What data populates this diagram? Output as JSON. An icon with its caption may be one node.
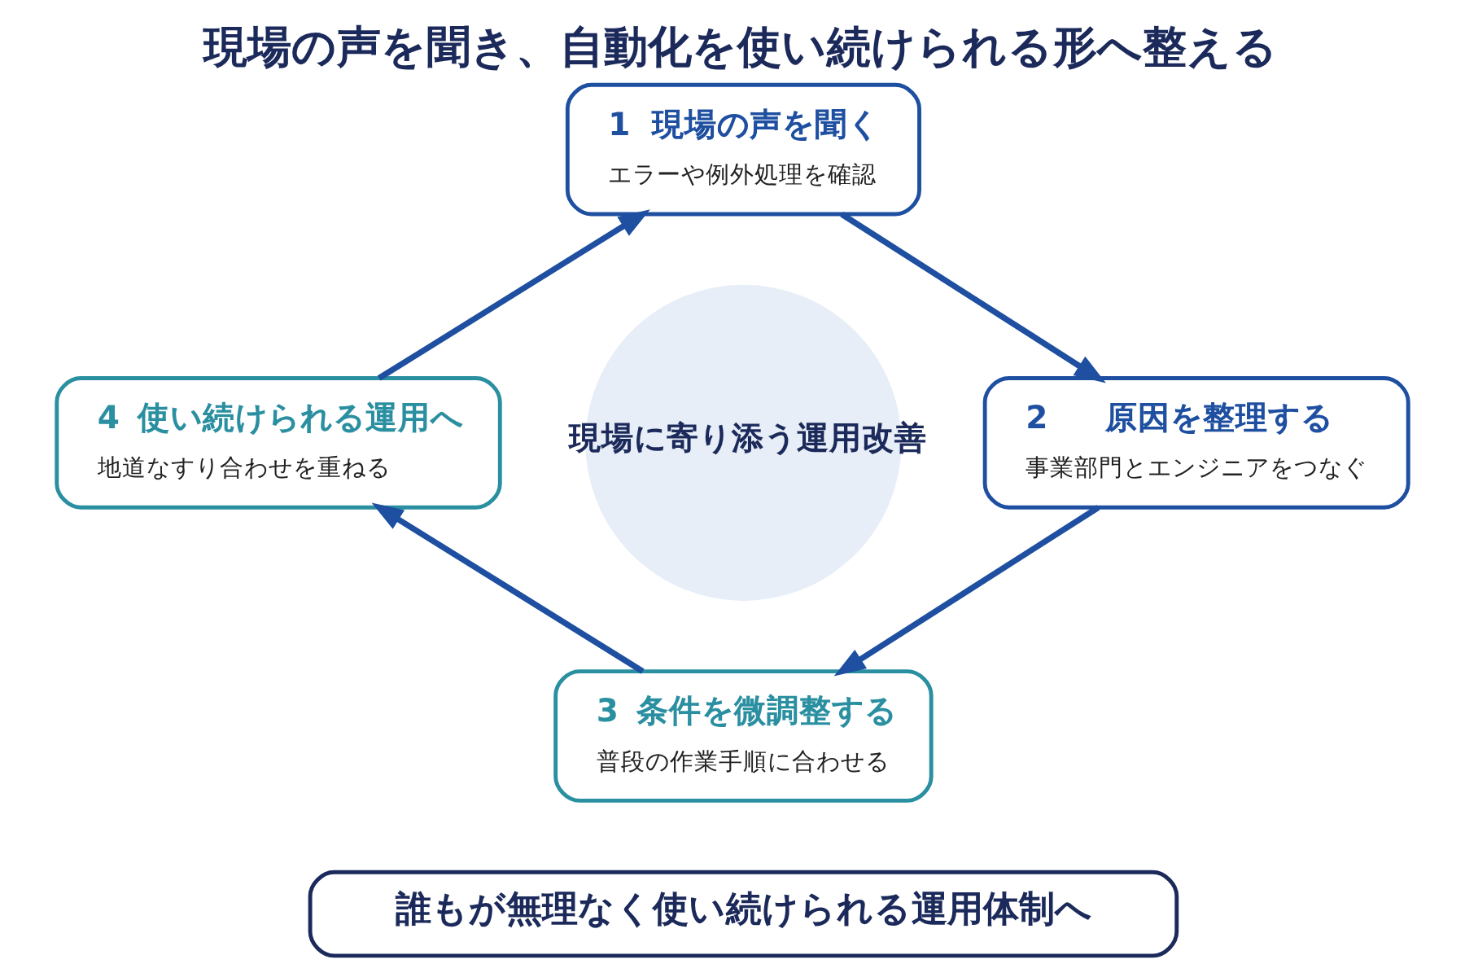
{
  "diagram": {
    "title": "現場の声を聞き、自動化を使い続けられる形へ整える",
    "nodes": [
      {
        "text": [
          "1",
          "現場の声を聞く",
          "エラーや例外処理を確認"
        ]
      },
      {
        "text": [
          "4",
          "使い続けられる運用へ",
          "地道なすり合わせを重ねる"
        ]
      },
      {
        "text": [
          "現場に寄り添う運用改善"
        ]
      },
      {
        "text": [
          "2",
          "原因を整理する",
          "事業部門とエンジニアをつなぐ"
        ]
      },
      {
        "text": [
          "3",
          "条件を微調整する",
          "普段の作業手順に合わせる"
        ]
      },
      {
        "text": [
          "誰もが無理なく使い続けられる運用体制へ"
        ]
      }
    ],
    "edges": [
      {
        "from": 0,
        "to": 3,
        "arrow": "to"
      },
      {
        "from": 3,
        "to": 4,
        "arrow": "to"
      },
      {
        "from": 4,
        "to": 1,
        "arrow": "to"
      },
      {
        "from": 1,
        "to": 0,
        "arrow": "to"
      }
    ]
  }
}
